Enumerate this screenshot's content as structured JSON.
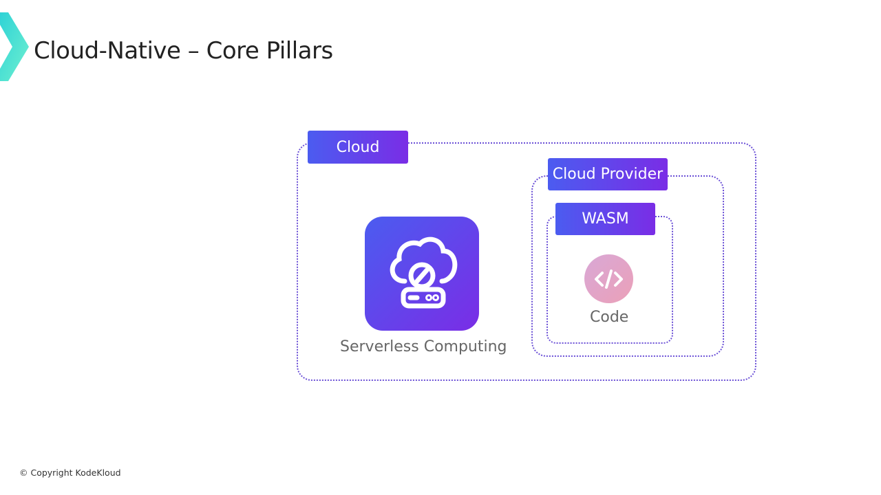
{
  "header": {
    "title": "Cloud-Native – Core Pillars"
  },
  "footer": {
    "copyright": "© Copyright KodeKloud"
  },
  "diagram": {
    "cloud_label": "Cloud",
    "provider_label": "Cloud Provider",
    "wasm_label": "WASM",
    "serverless_label": "Serverless Computing",
    "code_label": "Code"
  },
  "colors": {
    "accent_start": "#4b5cf0",
    "accent_end": "#7a2de6",
    "logo": "#3fd9d4",
    "code_circle": "#e0a3c8"
  }
}
